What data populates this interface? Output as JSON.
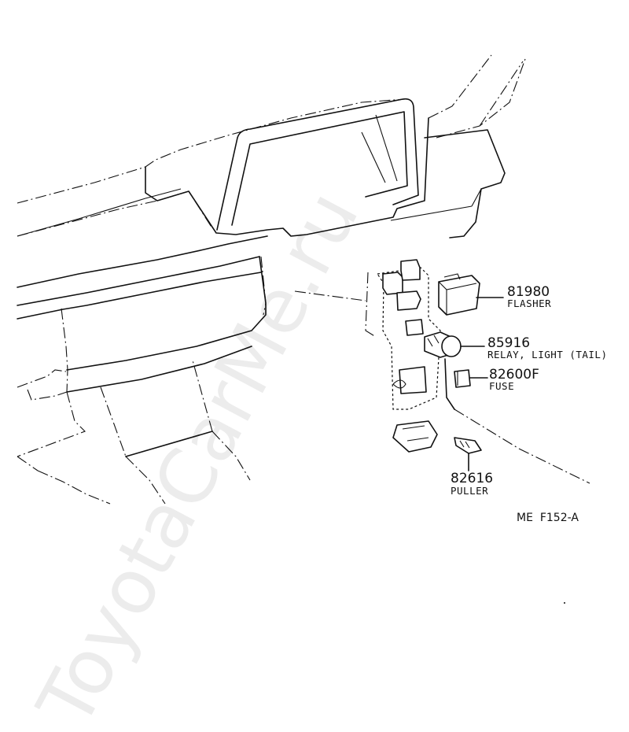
{
  "parts": [
    {
      "id": "flasher",
      "number": "81980",
      "name": "FLASHER"
    },
    {
      "id": "relay",
      "number": "85916",
      "name": "RELAY, LIGHT (TAIL)"
    },
    {
      "id": "fuse",
      "number": "82600F",
      "name": "FUSE"
    },
    {
      "id": "puller",
      "number": "82616",
      "name": "PULLER"
    }
  ],
  "figure_ref": "ME  F152-A",
  "watermark": "ToyotaCarMe.ru"
}
